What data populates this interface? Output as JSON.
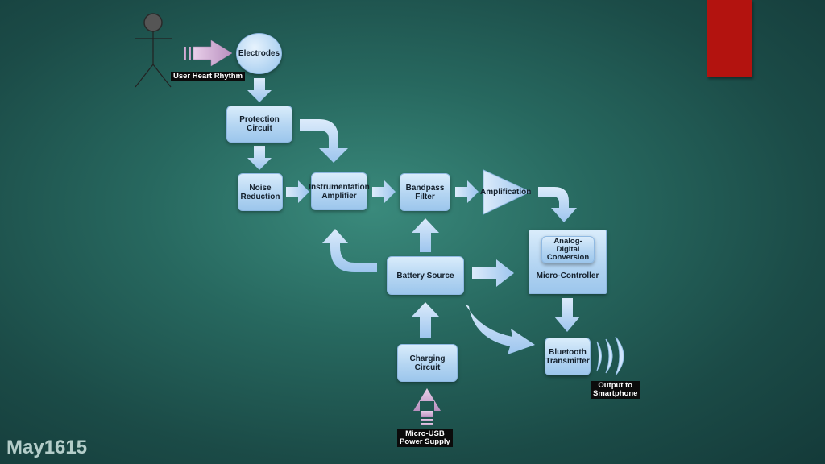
{
  "diagram": {
    "nodes": {
      "electrodes": "Electrodes",
      "protection_circuit": "Protection Circuit",
      "noise_reduction": "Noise\nReduction",
      "instrumentation_amplifier": "Instrumentation\nAmplifier",
      "bandpass_filter": "Bandpass\nFilter",
      "amplification": "Amplification",
      "adc": "Analog-\nDigital\nConversion",
      "micro_controller": "Micro-Controller",
      "battery_source": "Battery Source",
      "charging_circuit": "Charging\nCircuit",
      "bluetooth_transmitter": "Bluetooth\nTransmitter"
    },
    "labels": {
      "user_heart_rhythm": "User Heart Rhythm",
      "micro_usb": "Micro-USB\nPower Supply",
      "output": "Output to\nSmartphone"
    }
  },
  "footer": {
    "watermark": "May1615"
  },
  "colors": {
    "node_fill": "#b4d5f2",
    "arrow_fill": "#b9d6f4",
    "accent_red": "#b3130f",
    "input_arrow": "#c9a6cc"
  }
}
